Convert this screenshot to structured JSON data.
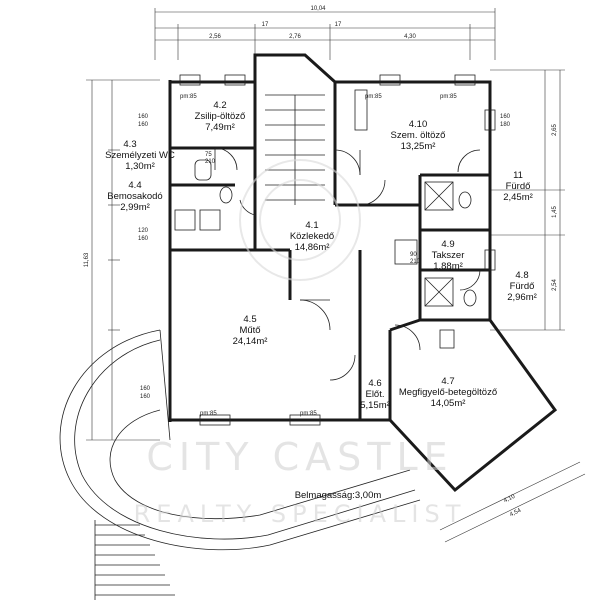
{
  "rooms": [
    {
      "id": "4.2",
      "num": "4.2",
      "name": "Zsilip-öltöző",
      "area": "7,49m²"
    },
    {
      "id": "4.3",
      "num": "4.3",
      "name": "Személyzeti WC",
      "area": "1,30m²"
    },
    {
      "id": "4.4",
      "num": "4.4",
      "name": "Bemosakodó",
      "area": "2,99m²"
    },
    {
      "id": "4.1",
      "num": "4.1",
      "name": "Közlekedő",
      "area": "14,86m²"
    },
    {
      "id": "4.10",
      "num": "4.10",
      "name": "Szem. öltöző",
      "area": "13,25m²"
    },
    {
      "id": "11",
      "num": "11",
      "name": "Fürdő",
      "area": "2,45m²"
    },
    {
      "id": "4.9",
      "num": "4.9",
      "name": "Takszer",
      "area": "1,88m²"
    },
    {
      "id": "4.8",
      "num": "4.8",
      "name": "Fürdő",
      "area": "2,96m²"
    },
    {
      "id": "4.5",
      "num": "4.5",
      "name": "Műtő",
      "area": "24,14m²"
    },
    {
      "id": "4.6",
      "num": "4.6",
      "name": "Előt.",
      "area": "5,15m²"
    },
    {
      "id": "4.7",
      "num": "4.7",
      "name": "Megfigyelő-betegöltöző",
      "area": "14,05m²"
    }
  ],
  "ceiling_height_label": "Belmagasság:3,00m",
  "watermark": {
    "line1": "CITY CASTLE",
    "line2": "REALTY SPECIALIST"
  },
  "dimensions": {
    "top_total": "10,04",
    "top_parts": [
      "2,56",
      "2,76",
      "4,30"
    ],
    "top_sub": [
      "17",
      "17"
    ],
    "left_total": "11,63",
    "right_parts": [
      "2,65",
      "1,45",
      "2,54"
    ],
    "bottom_right": [
      "4,10",
      "4,54"
    ]
  },
  "labels": {
    "pm85": "pm:85",
    "s160": "160",
    "s210": "210",
    "s75": "75",
    "s120": "120",
    "s180": "180",
    "s90": "90"
  }
}
